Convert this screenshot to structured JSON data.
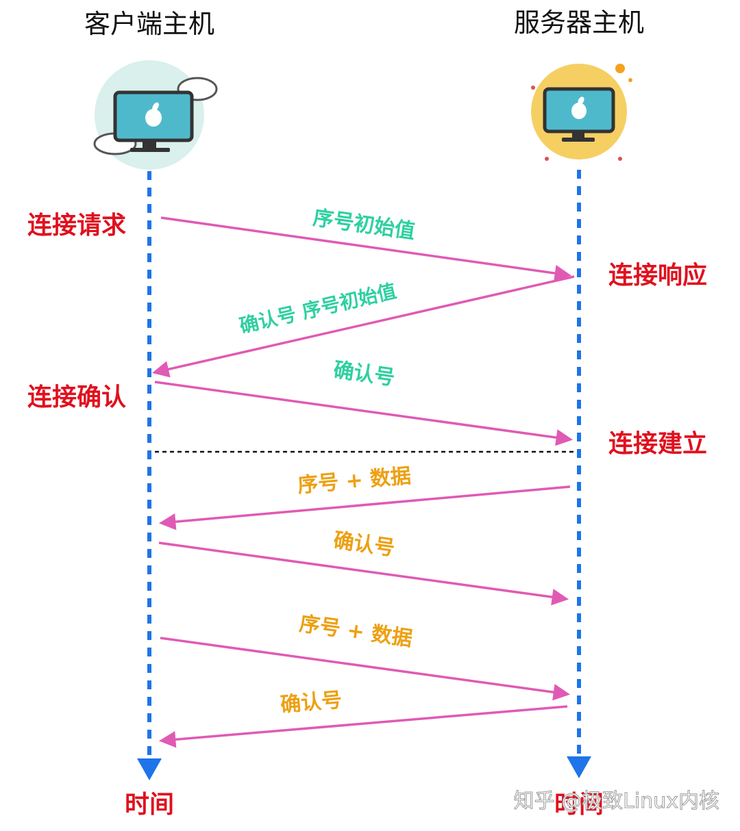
{
  "colors": {
    "timeline": "#1e74e8",
    "arrow": "#e05ab4",
    "event": "#e0101e",
    "handshake_label": "#2ed0a0",
    "data_label": "#eda012",
    "host_title": "#111111",
    "separator": "#111111",
    "watermark": "#ffffff"
  },
  "hosts": {
    "client": {
      "title": "客户端主机",
      "icon": "computer-cloud-icon",
      "logo": "apple-logo-icon"
    },
    "server": {
      "title": "服务器主机",
      "icon": "computer-sun-icon",
      "logo": "apple-logo-icon"
    }
  },
  "events": {
    "connect_request": "连接请求",
    "connect_response": "连接响应",
    "connect_confirm": "连接确认",
    "connect_established": "连接建立"
  },
  "messages": [
    {
      "direction": "client-to-server",
      "phase": "handshake",
      "label": "序号初始值"
    },
    {
      "direction": "server-to-client",
      "phase": "handshake",
      "label": "确认号  序号初始值"
    },
    {
      "direction": "client-to-server",
      "phase": "handshake",
      "label": "确认号"
    },
    {
      "direction": "server-to-client",
      "phase": "data",
      "label": "序号 + 数据"
    },
    {
      "direction": "client-to-server",
      "phase": "data",
      "label": "确认号"
    },
    {
      "direction": "client-to-server",
      "phase": "data",
      "label": "序号 + 数据"
    },
    {
      "direction": "server-to-client",
      "phase": "data",
      "label": "确认号"
    }
  ],
  "time_labels": {
    "client": "时间",
    "server": "时间"
  },
  "watermark": "知乎 @极致Linux内核"
}
